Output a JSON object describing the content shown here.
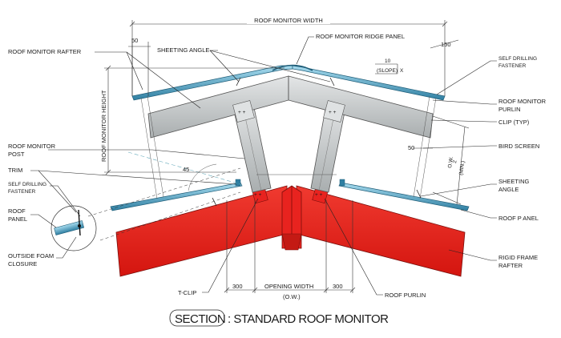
{
  "labels": {
    "roof_monitor_width": "ROOF MONITOR WIDTH",
    "roof_monitor_rafter": "ROOF MONITOR RAFTER",
    "dim_50_top": "50",
    "sheeting_angle_top": "SHEETING ANGLE",
    "ridge_panel": "ROOF MONITOR RIDGE PANEL",
    "dim_150": "150",
    "self_drilling_fastener_right_1": "SELF DRILLING",
    "self_drilling_fastener_right_2": "FASTENER",
    "slope_10": "10",
    "slope_text": "(SLOPE)",
    "slope_x": "X",
    "roof_monitor_height": "ROOF MONITOR HEIGHT",
    "roof_monitor_purlin_1": "ROOF MONITOR",
    "roof_monitor_purlin_2": "PURLIN",
    "clip_typ": "CLIP (TYP)",
    "bird_screen": "BIRD SCREEN",
    "dim_50_right": "50",
    "ow_half": "O.W.",
    "ow_2": "2",
    "min": "(MIN.)",
    "roof_monitor_post_1": "ROOF MONITOR",
    "roof_monitor_post_2": "POST",
    "angle_45": "45",
    "trim": "TRIM",
    "self_drilling_fastener_left_1": "SELF DRILLING",
    "self_drilling_fastener_left_2": "FASTENER",
    "roof_panel_left_1": "ROOF",
    "roof_panel_left_2": "PANEL",
    "sheeting_angle_right_1": "SHEETING",
    "sheeting_angle_right_2": "ANGLE",
    "roof_panel_right": "ROOF P ANEL",
    "outside_foam_1": "OUTSIDE FOAM",
    "outside_foam_2": "CLOSURE",
    "rigid_frame_1": "RIGID FRAME",
    "rigid_frame_2": "RAFTER",
    "t_clip": "T-CLIP",
    "dim_300_left": "300",
    "opening_width": "OPENING WIDTH",
    "ow_abbr": "(O.W.)",
    "dim_300_right": "300",
    "roof_purlin": "ROOF PURLIN"
  },
  "caption": {
    "section": "SECTION",
    "rest": ": STANDARD ROOF MONITOR"
  },
  "colors": {
    "frame_red": "#e8231f",
    "frame_red_dark": "#b31512",
    "steel_grey": "#c9cccd",
    "steel_grey_dark": "#8e9394",
    "panel_blue": "#3e8fb0",
    "panel_blue_light": "#8ccbe2"
  }
}
